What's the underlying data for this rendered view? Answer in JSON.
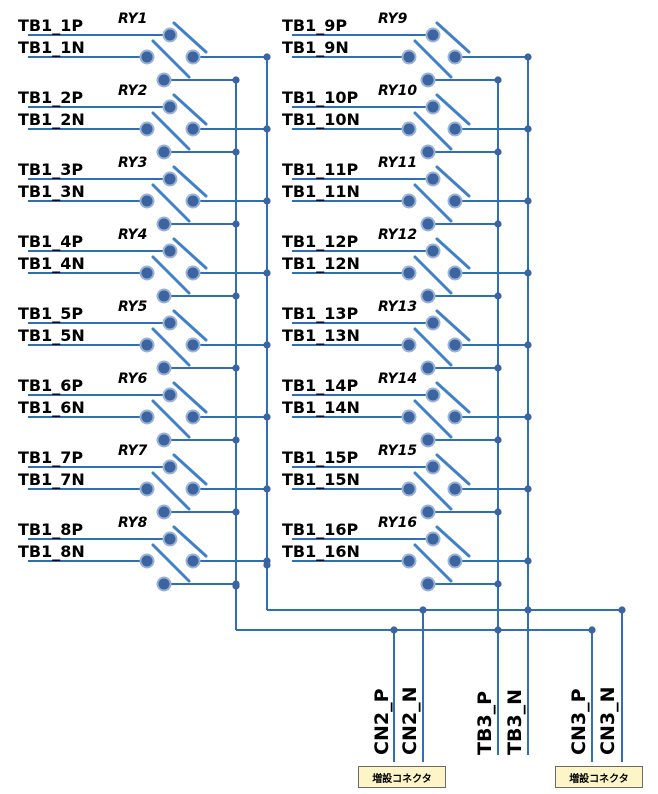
{
  "colors": {
    "wire": "#2f6fb3",
    "contact_fill": "#3b64a0",
    "contact_stroke": "#9bb3d6",
    "switch_blade": "#3f80c8",
    "label_box_fill": "#fdf5c8"
  },
  "relays": [
    {
      "name": "RY1",
      "p_label": "TB1_1P",
      "n_label": "TB1_1N"
    },
    {
      "name": "RY2",
      "p_label": "TB1_2P",
      "n_label": "TB1_2N"
    },
    {
      "name": "RY3",
      "p_label": "TB1_3P",
      "n_label": "TB1_3N"
    },
    {
      "name": "RY4",
      "p_label": "TB1_4P",
      "n_label": "TB1_4N"
    },
    {
      "name": "RY5",
      "p_label": "TB1_5P",
      "n_label": "TB1_5N"
    },
    {
      "name": "RY6",
      "p_label": "TB1_6P",
      "n_label": "TB1_6N"
    },
    {
      "name": "RY7",
      "p_label": "TB1_7P",
      "n_label": "TB1_7N"
    },
    {
      "name": "RY8",
      "p_label": "TB1_8P",
      "n_label": "TB1_8N"
    },
    {
      "name": "RY9",
      "p_label": "TB1_9P",
      "n_label": "TB1_9N"
    },
    {
      "name": "RY10",
      "p_label": "TB1_10P",
      "n_label": "TB1_10N"
    },
    {
      "name": "RY11",
      "p_label": "TB1_11P",
      "n_label": "TB1_11N"
    },
    {
      "name": "RY12",
      "p_label": "TB1_12P",
      "n_label": "TB1_12N"
    },
    {
      "name": "RY13",
      "p_label": "TB1_13P",
      "n_label": "TB1_13N"
    },
    {
      "name": "RY14",
      "p_label": "TB1_14P",
      "n_label": "TB1_14N"
    },
    {
      "name": "RY15",
      "p_label": "TB1_15P",
      "n_label": "TB1_15N"
    },
    {
      "name": "RY16",
      "p_label": "TB1_16P",
      "n_label": "TB1_16N"
    }
  ],
  "outputs": {
    "cn2_p": "CN2_P",
    "cn2_n": "CN2_N",
    "tb3_p": "TB3_P",
    "tb3_n": "TB3_N",
    "cn3_p": "CN3_P",
    "cn3_n": "CN3_N"
  },
  "connector_boxes": [
    {
      "label": "増設コネクタ"
    },
    {
      "label": "増設コネクタ"
    }
  ]
}
